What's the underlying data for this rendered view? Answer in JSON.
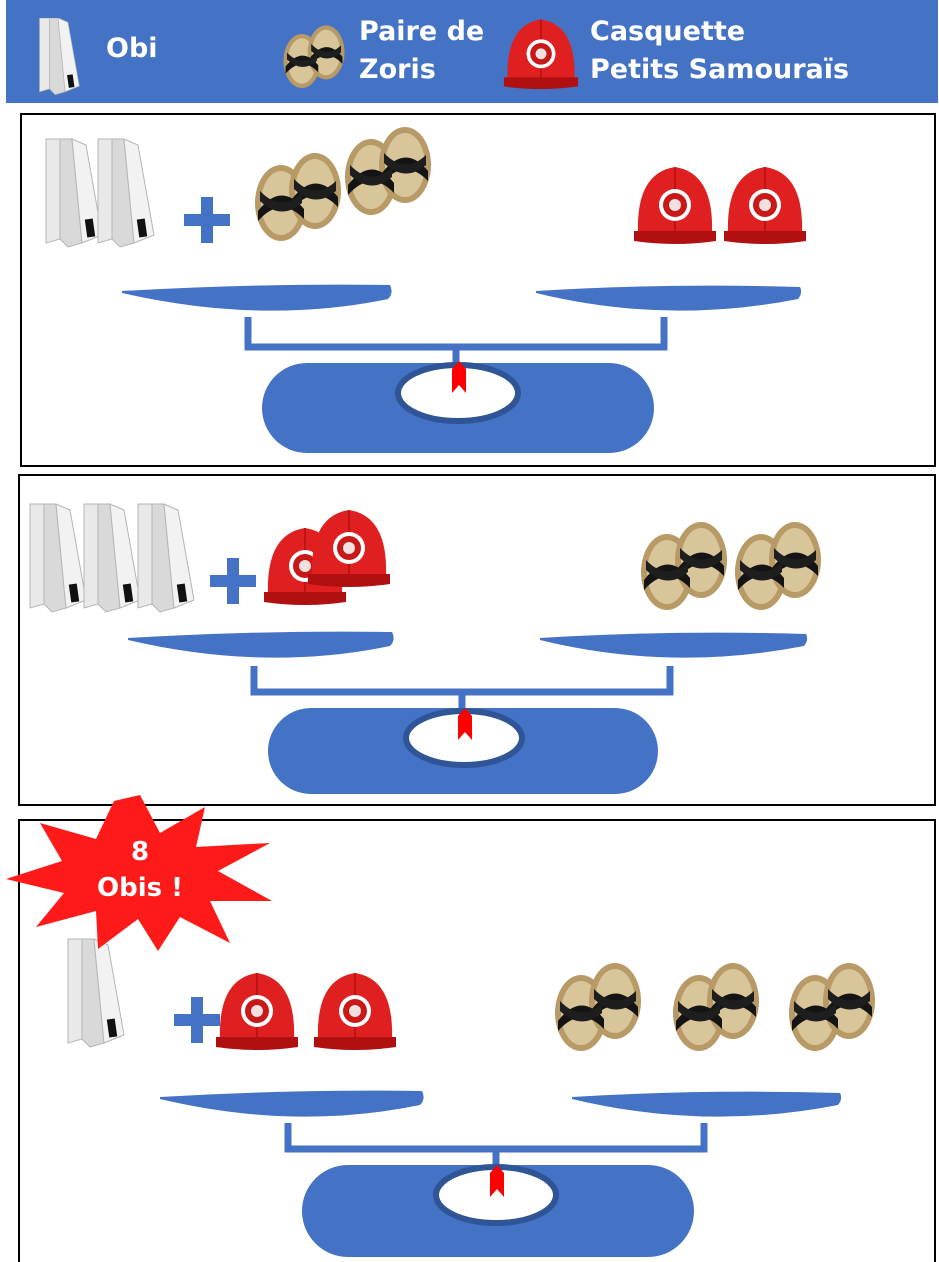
{
  "legend": {
    "obi_label": "Obi",
    "zoris_label_line1": "Paire de",
    "zoris_label_line2": "Zoris",
    "cap_label_line1": "Casquette",
    "cap_label_line2": "Petits Samouraïs"
  },
  "callout": {
    "number": "8",
    "text": "Obis !"
  },
  "colors": {
    "banner": "#4472c4",
    "scale": "#4472c4",
    "scale_ring": "#2f5597",
    "pointer": "#ff0000",
    "cap": "#e02020",
    "burst": "#ff1a1a"
  },
  "panels": [
    {
      "left_pan": [
        "obi",
        "obi",
        "plus",
        "zoris",
        "zoris"
      ],
      "right_pan": [
        "cap",
        "cap"
      ]
    },
    {
      "left_pan": [
        "obi",
        "obi",
        "obi",
        "plus",
        "cap",
        "cap"
      ],
      "right_pan": [
        "zoris",
        "zoris"
      ]
    },
    {
      "left_pan": [
        "obi",
        "plus",
        "cap",
        "cap"
      ],
      "right_pan": [
        "zoris",
        "zoris",
        "zoris"
      ]
    }
  ]
}
